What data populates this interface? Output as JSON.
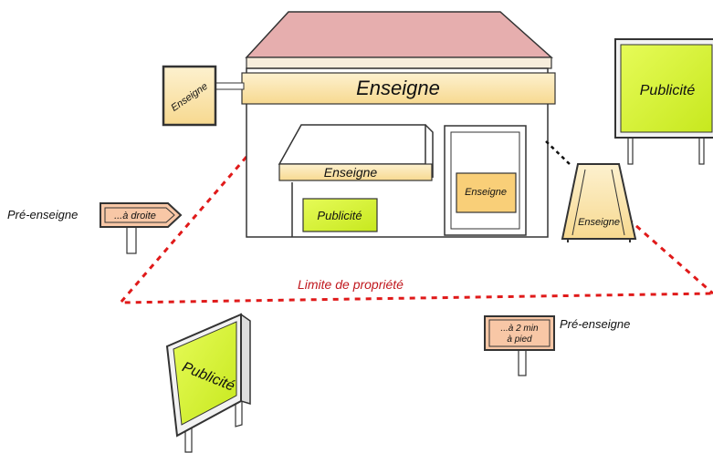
{
  "labels": {
    "main_sign": "Enseigne",
    "side_sign": "Enseigne",
    "awning_sign": "Enseigne",
    "window_sign": "Enseigne",
    "easel_sign": "Enseigne",
    "window_ad": "Publicité",
    "billboard_right": "Publicité",
    "billboard_bottom": "Publicité",
    "pre_sign_left_caption": "Pré-enseigne",
    "pre_sign_left_text": "...à droite",
    "pre_sign_right_caption": "Pré-enseigne",
    "pre_sign_right_line1": "...à 2 min",
    "pre_sign_right_line2": "à pied",
    "property_limit": "Limite de propriété"
  },
  "colors": {
    "roof": "#e6aeae",
    "sign": "#fde8b0",
    "sign_dark": "#f9cf78",
    "ad": "#d9f531",
    "pre_sign": "#f8c7a6",
    "limit": "#e01a1a",
    "outline": "#333333"
  }
}
